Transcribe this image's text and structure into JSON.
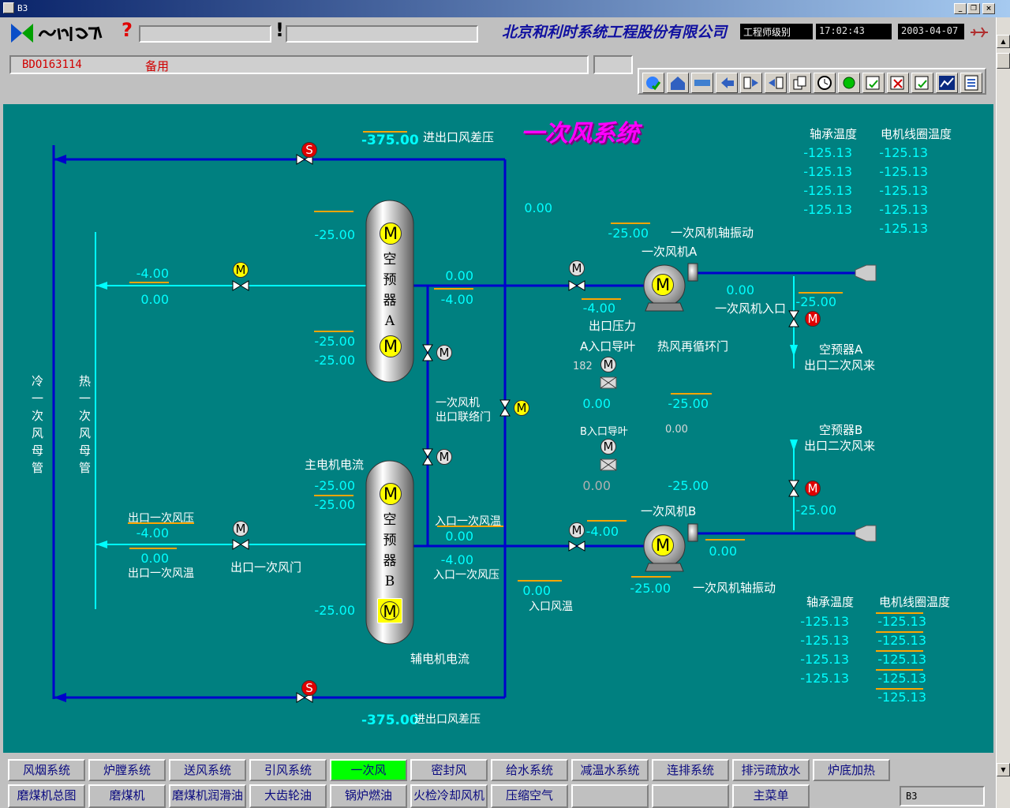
{
  "window": {
    "title": "B3"
  },
  "header": {
    "company": "北京和利时系统工程股份有限公司",
    "level": "工程师级别",
    "time": "17:02:43",
    "date": "2003-04-07",
    "point_id": "BDO163114",
    "point_desc": "备用",
    "help_glyph": "?",
    "alert_glyph": "!"
  },
  "toolbar": [
    "globe-check",
    "house",
    "pipe",
    "back-arrow",
    "swap-left",
    "swap-right",
    "copy",
    "alarm-clock",
    "green-light",
    "trend-check",
    "trend-cross",
    "trend-refresh",
    "chart",
    "list"
  ],
  "diagram": {
    "title": "一次风系统",
    "cold_header": "冷一次风母管",
    "hot_header": "热一次风母管",
    "top_dp_value": "-375.00",
    "top_dp_label": "进出口风差压",
    "bottom_dp_value": "-375.00",
    "bottom_dp_label": "进出口风差压",
    "aph_a_letters": [
      "空",
      "预",
      "器",
      "A"
    ],
    "aph_b_letters": [
      "空",
      "预",
      "器",
      "B"
    ],
    "aph_a_top_current": "-25.00",
    "aph_a_bot_current1": "-25.00",
    "aph_a_bot_current2": "-25.00",
    "aph_b_main_label": "主电机电流",
    "aph_b_current1": "-25.00",
    "aph_b_current2": "-25.00",
    "aph_b_aux_current": "-25.00",
    "aph_b_aux_label": "辅电机电流",
    "a_outlet_pressure": "-4.00",
    "a_outlet_temp": "0.00",
    "a_duct_value1": "0.00",
    "a_duct_value2": "-4.00",
    "center_value": "0.00",
    "link_door_label1": "一次风机",
    "link_door_label2": "出口联络门",
    "b_outlet_pressure_label": "出口一次风压",
    "b_outlet_pressure": "-4.00",
    "b_outlet_temp": "0.00",
    "b_outlet_temp_label": "出口一次风温",
    "b_outlet_door_label": "出口一次风门",
    "b_inlet_temp_label": "入口一次风温",
    "b_inlet_temp": "0.00",
    "b_inlet_pressure": "-4.00",
    "b_inlet_pressure_label": "入口一次风压",
    "inlet_air_temp": "0.00",
    "inlet_air_temp_label": "入口风温",
    "fan_a_label": "一次风机A",
    "fan_a_vib_value": "-25.00",
    "fan_a_vib_label": "一次风机轴振动",
    "fan_a_outlet_pressure": "-4.00",
    "fan_a_outlet_pressure_label": "出口压力",
    "fan_a_inlet_value": "0.00",
    "fan_a_inlet_label": "一次风机入口",
    "fan_a_inlet_value2": "-25.00",
    "igv_a_label": "A入口导叶",
    "igv_a_value": "182",
    "igv_a_pos": "0.00",
    "hot_recirc_label": "热风再循环门",
    "hot_recirc_value": "-25.00",
    "igv_b_label": "B入口导叶",
    "igv_b_value": "0.00",
    "igv_b_pos": "0.00",
    "igv_b_recirc": "-25.00",
    "aph_a_source_1": "空预器A",
    "aph_a_source_2": "出口二次风来",
    "aph_b_source_1": "空预器B",
    "aph_b_source_2": "出口二次风来",
    "fan_b_label": "一次风机B",
    "fan_b_outlet_pressure": "-4.00",
    "fan_b_inlet_value": "0.00",
    "fan_b_vib_value": "-25.00",
    "fan_b_vib_label": "一次风机轴振动",
    "fan_b_recirc_value": "-25.00",
    "bearing_temp_label": "轴承温度",
    "motor_coil_label": "电机线圈温度",
    "temps_a_bearing": [
      "-125.13",
      "-125.13",
      "-125.13",
      "-125.13"
    ],
    "temps_a_coil": [
      "-125.13",
      "-125.13",
      "-125.13",
      "-125.13",
      "-125.13"
    ],
    "temps_b_bearing": [
      "-125.13",
      "-125.13",
      "-125.13",
      "-125.13"
    ],
    "temps_b_coil": [
      "-125.13",
      "-125.13",
      "-125.13",
      "-125.13",
      "-125.13"
    ],
    "motor_glyph": "M",
    "solenoid_glyph": "S"
  },
  "nav": {
    "row1": [
      "风烟系统",
      "炉膛系统",
      "送风系统",
      "引风系统",
      "一次风",
      "密封风",
      "给水系统",
      "减温水系统",
      "连排系统",
      "排污疏放水",
      "炉底加热"
    ],
    "row2": [
      "磨煤机总图",
      "磨煤机",
      "磨煤机润滑油",
      "大齿轮油",
      "锅炉燃油",
      "火检冷却风机",
      "压缩空气",
      "",
      "",
      "主菜单"
    ],
    "active": "一次风",
    "status": "B3"
  },
  "colors": {
    "pipe": "#0000cc",
    "hot_pipe": "#00ffff",
    "bg": "#008080",
    "accent": "#ff00ff",
    "active_nav": "#00ff00",
    "value": "#00ffff",
    "underline": "#ffa500"
  }
}
